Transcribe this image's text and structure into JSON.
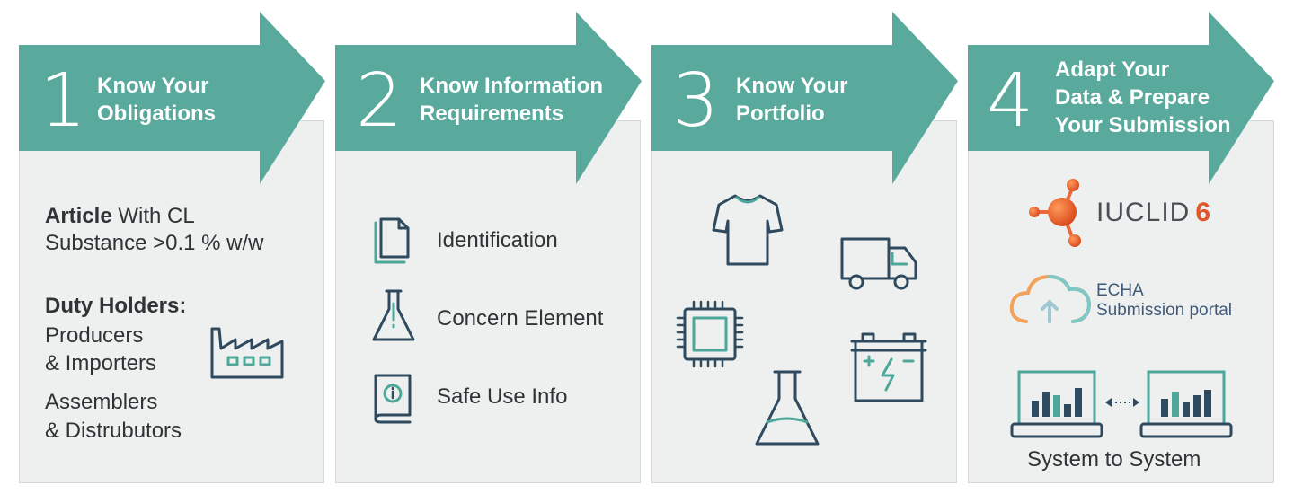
{
  "colors": {
    "teal": "#59aa9c",
    "navy": "#2f4a5e",
    "card": "#eef0ef"
  },
  "steps": [
    {
      "number": "1",
      "title_lines": [
        "Know Your",
        "Obligations"
      ]
    },
    {
      "number": "2",
      "title_lines": [
        "Know Information",
        "Requirements"
      ]
    },
    {
      "number": "3",
      "title_lines": [
        "Know Your",
        "Portfolio"
      ]
    },
    {
      "number": "4",
      "title_lines": [
        "Adapt Your",
        "Data & Prepare",
        "Your Submission"
      ]
    }
  ],
  "step1": {
    "article_bold": "Article",
    "article_rest": " With CL",
    "substance": "Substance >0.1 % w/w",
    "duty_holders": "Duty Holders:",
    "producers_1": "Producers",
    "producers_2": "& Importers",
    "assemblers_1": "Assemblers",
    "assemblers_2": "& Distrubutors",
    "icon": "factory-icon"
  },
  "step2": {
    "items": [
      {
        "label": "Identification",
        "icon": "document-icon"
      },
      {
        "label": "Concern Element",
        "icon": "flask-icon"
      },
      {
        "label": "Safe Use Info",
        "icon": "info-book-icon"
      }
    ]
  },
  "step3": {
    "icons": [
      "tshirt-icon",
      "truck-icon",
      "chip-icon",
      "battery-icon",
      "flask-icon"
    ]
  },
  "step4": {
    "iuclid_text": "IUCLID",
    "iuclid_version": "6",
    "echa_line1": "ECHA",
    "echa_line2": "Submission portal",
    "system_label": "System to System"
  }
}
